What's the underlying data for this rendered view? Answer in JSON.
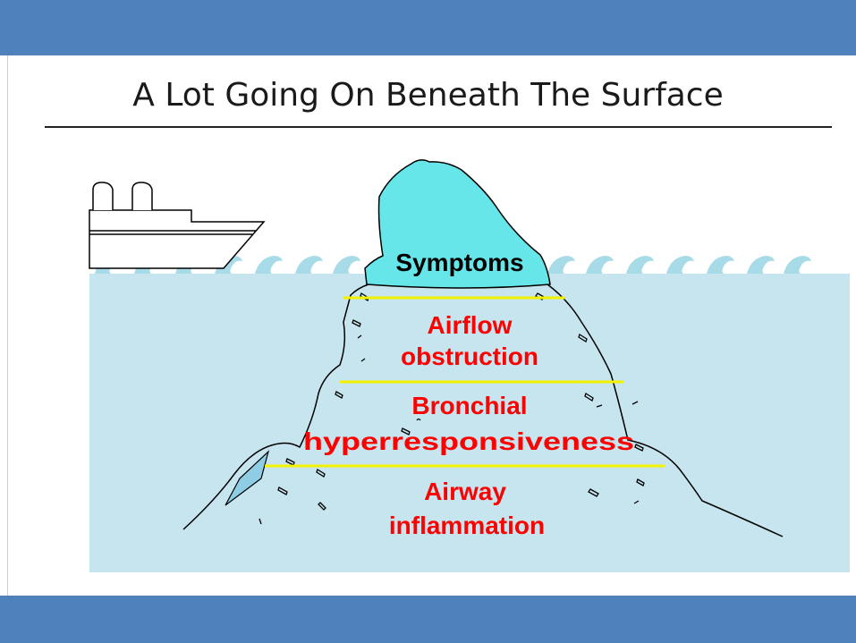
{
  "slide": {
    "title": "A Lot Going On Beneath The Surface"
  },
  "diagram": {
    "tip_label": "Symptoms",
    "layers": [
      {
        "line1": "Airflow",
        "line2": "obstruction"
      },
      {
        "line1": "Bronchial",
        "line2": "hyperresponsiveness"
      },
      {
        "line1": "Airway",
        "line2": "inflammation"
      }
    ]
  },
  "colors": {
    "band": "#4f81bd",
    "water": "#c6e5ee",
    "wave": "#a8dbe8",
    "iceberg_tip": "#66e6e8",
    "divider": "#f2f200",
    "layer_text": "#ff0000",
    "tip_text": "#000000"
  }
}
